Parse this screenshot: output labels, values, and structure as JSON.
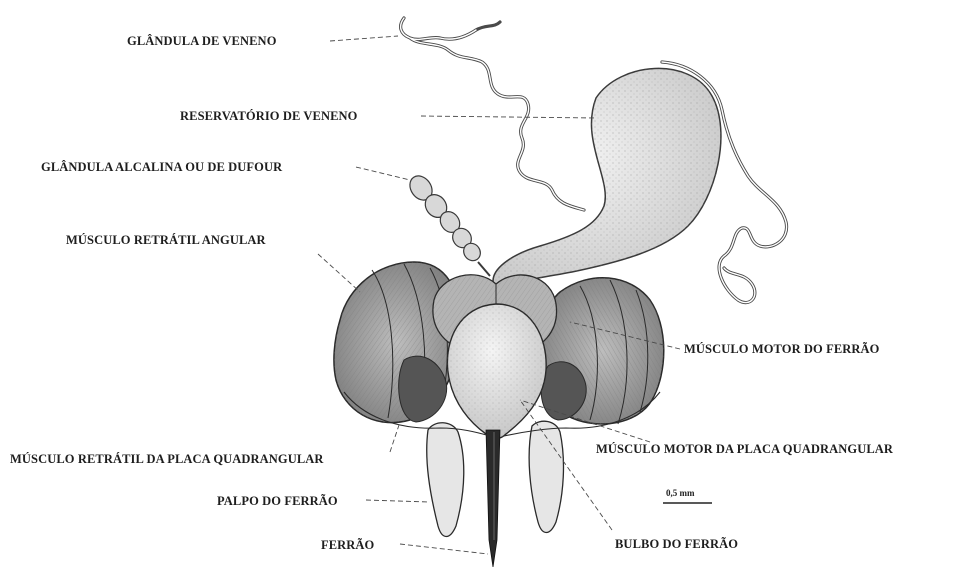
{
  "labels": {
    "glandula_veneno": "GLÂNDULA DE VENENO",
    "reservatorio_veneno": "RESERVATÓRIO DE VENENO",
    "glandula_alcalina": "GLÂNDULA ALCALINA OU DE DUFOUR",
    "musculo_retratil_angular": "MÚSCULO RETRÁTIL ANGULAR",
    "musculo_motor_ferrao": "MÚSCULO MOTOR DO FERRÃO",
    "musculo_motor_placa": "MÚSCULO MOTOR DA PLACA QUADRANGULAR",
    "musculo_retratil_placa": "MÚSCULO RETRÁTIL DA PLACA QUADRANGULAR",
    "palpo_ferrao": "PALPO DO FERRÃO",
    "ferrao": "FERRÃO",
    "bulbo_ferrao": "BULBO DO FERRÃO"
  },
  "scale_bar": {
    "text": "0,5 mm"
  },
  "colors": {
    "ink": "#2a2a2a",
    "shade": "#6a6a6a",
    "paper": "#ffffff"
  }
}
